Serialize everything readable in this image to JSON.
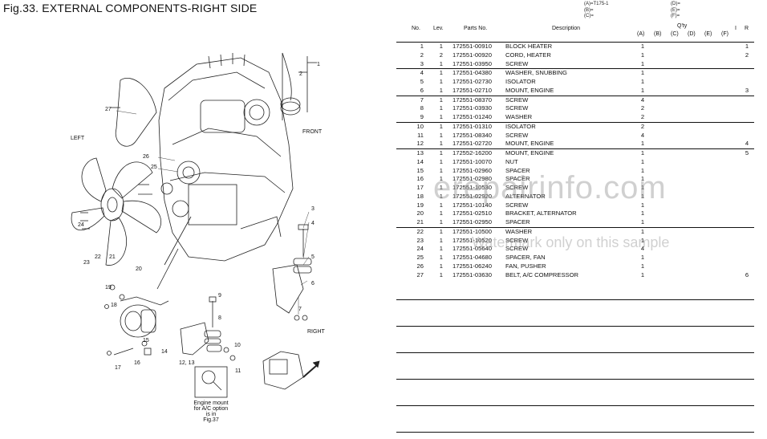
{
  "title": "Fig.33.  EXTERNAL COMPONENTS-RIGHT SIDE",
  "legend": {
    "col1": [
      "(A)=T175-1",
      "(B)=",
      "(C)="
    ],
    "col2": [
      "(D)=",
      "(E)=",
      "(F)="
    ]
  },
  "table": {
    "headers": {
      "no": "No.",
      "lev": "Lev.",
      "parts_no": "Parts No.",
      "description": "Description",
      "qty": "Q'ty",
      "cols": [
        "(A)",
        "(B)",
        "(C)",
        "(D)",
        "(E)",
        "(F)"
      ],
      "i": "I",
      "r": "R"
    },
    "rows": [
      {
        "no": "1",
        "lev": "1",
        "pn": "172551-00910",
        "desc": "BLOCK HEATER",
        "a": "1",
        "r": "1"
      },
      {
        "no": "2",
        "lev": "2",
        "pn": "172551-00920",
        "desc": "CORD, HEATER",
        "a": "1",
        "r": "2"
      },
      {
        "no": "3",
        "lev": "1",
        "pn": "172551-03950",
        "desc": "SCREW",
        "a": "1",
        "r": ""
      },
      {
        "no": "4",
        "lev": "1",
        "pn": "172551-04380",
        "desc": "WASHER, SNUBBING",
        "a": "1",
        "r": ""
      },
      {
        "no": "5",
        "lev": "1",
        "pn": "172551-02730",
        "desc": "ISOLATOR",
        "a": "1",
        "r": ""
      },
      {
        "no": "6",
        "lev": "1",
        "pn": "172551-02710",
        "desc": "MOUNT, ENGINE",
        "a": "1",
        "r": "3"
      },
      {
        "no": "7",
        "lev": "1",
        "pn": "172551-08370",
        "desc": "SCREW",
        "a": "4",
        "r": ""
      },
      {
        "no": "8",
        "lev": "1",
        "pn": "172551-03930",
        "desc": "SCREW",
        "a": "2",
        "r": ""
      },
      {
        "no": "9",
        "lev": "1",
        "pn": "172551-01240",
        "desc": "WASHER",
        "a": "2",
        "r": ""
      },
      {
        "no": "10",
        "lev": "1",
        "pn": "172551-01310",
        "desc": "ISOLATOR",
        "a": "2",
        "r": ""
      },
      {
        "no": "11",
        "lev": "1",
        "pn": "172551-08340",
        "desc": "SCREW",
        "a": "4",
        "r": ""
      },
      {
        "no": "12",
        "lev": "1",
        "pn": "172551-02720",
        "desc": "MOUNT, ENGINE",
        "a": "1",
        "r": "4"
      },
      {
        "no": "13",
        "lev": "1",
        "pn": "172552-16200",
        "desc": "MOUNT, ENGINE",
        "a": "1",
        "r": "5"
      },
      {
        "no": "14",
        "lev": "1",
        "pn": "172551-10070",
        "desc": "NUT",
        "a": "1",
        "r": ""
      },
      {
        "no": "15",
        "lev": "1",
        "pn": "172551-02960",
        "desc": "SPACER",
        "a": "1",
        "r": ""
      },
      {
        "no": "16",
        "lev": "1",
        "pn": "172551-02980",
        "desc": "SPACER",
        "a": "1",
        "r": ""
      },
      {
        "no": "17",
        "lev": "1",
        "pn": "172551-10530",
        "desc": "SCREW",
        "a": "1",
        "r": ""
      },
      {
        "no": "18",
        "lev": "1",
        "pn": "172551-02920",
        "desc": "ALTERNATOR",
        "a": "1",
        "r": ""
      },
      {
        "no": "19",
        "lev": "1",
        "pn": "172551-10140",
        "desc": "SCREW",
        "a": "1",
        "r": ""
      },
      {
        "no": "20",
        "lev": "1",
        "pn": "172551-02510",
        "desc": "BRACKET, ALTERNATOR",
        "a": "1",
        "r": ""
      },
      {
        "no": "21",
        "lev": "1",
        "pn": "172551-02950",
        "desc": "SPACER",
        "a": "1",
        "r": ""
      },
      {
        "no": "22",
        "lev": "1",
        "pn": "172551-10500",
        "desc": "WASHER",
        "a": "1",
        "r": ""
      },
      {
        "no": "23",
        "lev": "1",
        "pn": "172551-10520",
        "desc": "SCREW",
        "a": "1",
        "r": ""
      },
      {
        "no": "24",
        "lev": "1",
        "pn": "172551-05640",
        "desc": "SCREW",
        "a": "4",
        "r": ""
      },
      {
        "no": "25",
        "lev": "1",
        "pn": "172551-04680",
        "desc": "SPACER, FAN",
        "a": "1",
        "r": ""
      },
      {
        "no": "26",
        "lev": "1",
        "pn": "172551-06240",
        "desc": "FAN, PUSHER",
        "a": "1",
        "r": ""
      },
      {
        "no": "27",
        "lev": "1",
        "pn": "172551-03630",
        "desc": "BELT, A/C COMPRESSOR",
        "a": "1",
        "r": "6"
      }
    ]
  },
  "diagram": {
    "labels": {
      "left": "LEFT",
      "front": "FRONT",
      "right": "RIGHT"
    },
    "note": [
      "Engine mount",
      "for A/C option",
      "is in",
      "Fig.37"
    ],
    "callouts": [
      "1",
      "2",
      "3",
      "4",
      "5",
      "6",
      "7",
      "8",
      "9",
      "10",
      "11",
      "12, 13",
      "14",
      "15",
      "16",
      "17",
      "18",
      "19",
      "20",
      "21",
      "22",
      "23",
      "24",
      "25",
      "26",
      "27"
    ]
  },
  "watermark": {
    "main": "erepairinfo.com",
    "sub": "Watermark only on this sample"
  }
}
